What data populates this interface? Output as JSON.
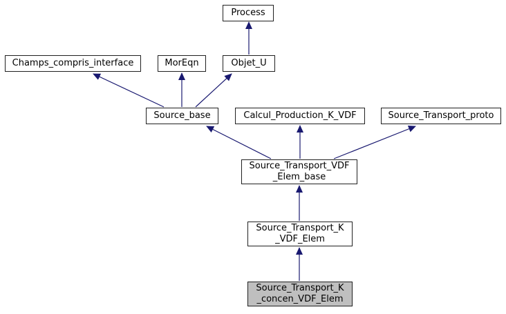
{
  "diagram": {
    "type": "class-inheritance-graph",
    "nodes": [
      {
        "id": "process",
        "label": "Process",
        "highlighted": false
      },
      {
        "id": "champs_compris_interface",
        "label": "Champs_compris_interface",
        "highlighted": false
      },
      {
        "id": "moreqn",
        "label": "MorEqn",
        "highlighted": false
      },
      {
        "id": "objet_u",
        "label": "Objet_U",
        "highlighted": false
      },
      {
        "id": "source_base",
        "label": "Source_base",
        "highlighted": false
      },
      {
        "id": "calcul_production_k_vdf",
        "label": "Calcul_Production_K_VDF",
        "highlighted": false
      },
      {
        "id": "source_transport_proto",
        "label": "Source_Transport_proto",
        "highlighted": false
      },
      {
        "id": "source_transport_vdf_elem_base",
        "label": "Source_Transport_VDF\n_Elem_base",
        "highlighted": false
      },
      {
        "id": "source_transport_k_vdf_elem",
        "label": "Source_Transport_K\n_VDF_Elem",
        "highlighted": false
      },
      {
        "id": "source_transport_k_concen_vdf_elem",
        "label": "Source_Transport_K\n_concen_VDF_Elem",
        "highlighted": true
      }
    ],
    "edges": [
      {
        "from": "objet_u",
        "to": "process"
      },
      {
        "from": "source_base",
        "to": "champs_compris_interface"
      },
      {
        "from": "source_base",
        "to": "moreqn"
      },
      {
        "from": "source_base",
        "to": "objet_u"
      },
      {
        "from": "source_transport_vdf_elem_base",
        "to": "source_base"
      },
      {
        "from": "source_transport_vdf_elem_base",
        "to": "calcul_production_k_vdf"
      },
      {
        "from": "source_transport_vdf_elem_base",
        "to": "source_transport_proto"
      },
      {
        "from": "source_transport_k_vdf_elem",
        "to": "source_transport_vdf_elem_base"
      },
      {
        "from": "source_transport_k_concen_vdf_elem",
        "to": "source_transport_k_vdf_elem"
      }
    ],
    "colors": {
      "edge": "#191970",
      "node_border": "#1f1f1f",
      "node_fill": "#ffffff",
      "highlight_fill": "#bfbfbf",
      "text": "#000000",
      "background": "#ffffff"
    }
  }
}
